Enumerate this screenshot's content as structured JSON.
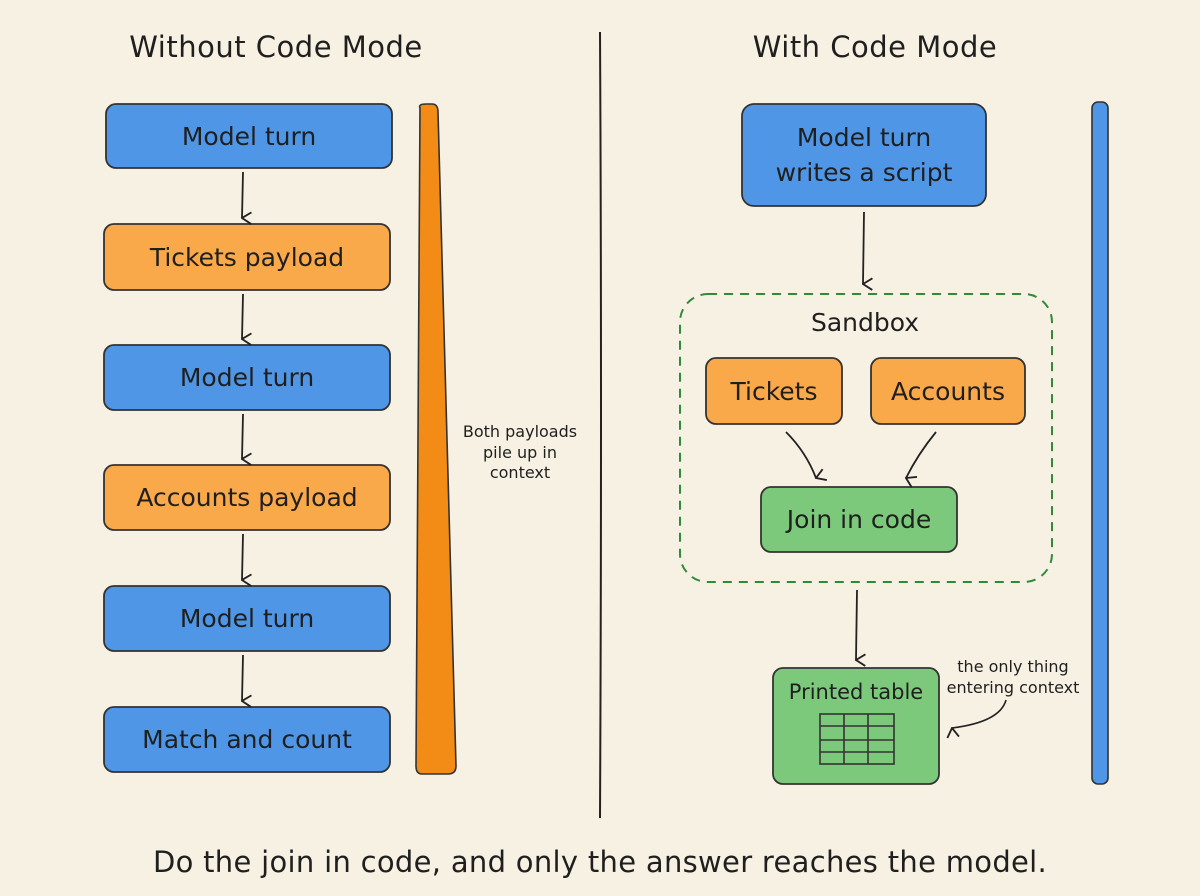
{
  "left_panel": {
    "title": "Without Code Mode",
    "steps": [
      {
        "label": "Model turn",
        "kind": "model"
      },
      {
        "label": "Tickets payload",
        "kind": "payload"
      },
      {
        "label": "Model turn",
        "kind": "model"
      },
      {
        "label": "Accounts payload",
        "kind": "payload"
      },
      {
        "label": "Model turn",
        "kind": "model"
      },
      {
        "label": "Match and count",
        "kind": "model"
      }
    ],
    "context_note": "Both payloads pile up in context"
  },
  "right_panel": {
    "title": "With Code Mode",
    "model_turn": "Model turn writes a script",
    "sandbox": {
      "label": "Sandbox",
      "tickets": "Tickets",
      "accounts": "Accounts",
      "join": "Join in code"
    },
    "output": "Printed table",
    "output_note": "the only thing entering context"
  },
  "caption": "Do the join in code, and only the answer reaches the model.",
  "colors": {
    "model": "#4f97e6",
    "payload": "#f9a84a",
    "code": "#7cc97b",
    "context_bar_left": "#f28c16",
    "context_bar_right": "#4f97e6",
    "sandbox_border": "#2e8b3a",
    "background": "#f7f1e3"
  }
}
